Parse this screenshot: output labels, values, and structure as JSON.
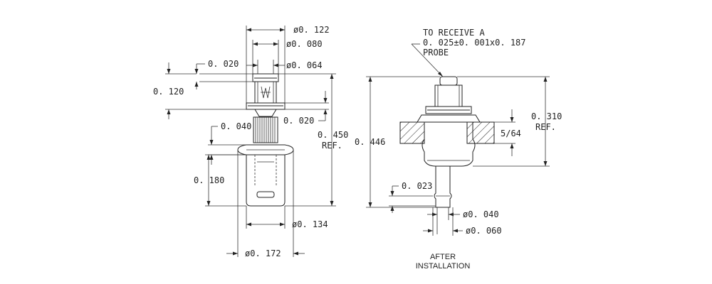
{
  "left_view": {
    "dims": {
      "d_0122": "ø0. 122",
      "d_0080": "ø0. 080",
      "d_0064": "ø0. 064",
      "d_0020_top": "0. 020",
      "d_0120": "0. 120",
      "d_0020_mid": "0. 020",
      "d_0040": "0. 040",
      "d_0450": "0. 450",
      "d_0450_ref": "REF.",
      "d_0180": "0. 180",
      "d_0134": "ø0. 134",
      "d_0172": "ø0. 172"
    }
  },
  "right_view": {
    "note_line1": "TO RECEIVE A",
    "note_line2": "0. 025±0. 001x0. 187",
    "note_line3": "PROBE",
    "dims": {
      "d_0446": "0. 446",
      "d_0310": "0. 310",
      "d_0310_ref": "REF.",
      "d_5_64": "5/64",
      "d_0023": "0. 023",
      "d_0040": "ø0. 040",
      "d_0060": "ø0. 060"
    },
    "caption_line1": "AFTER",
    "caption_line2": "INSTALLATION"
  },
  "colors": {
    "ink": "#222222",
    "background": "#ffffff"
  }
}
